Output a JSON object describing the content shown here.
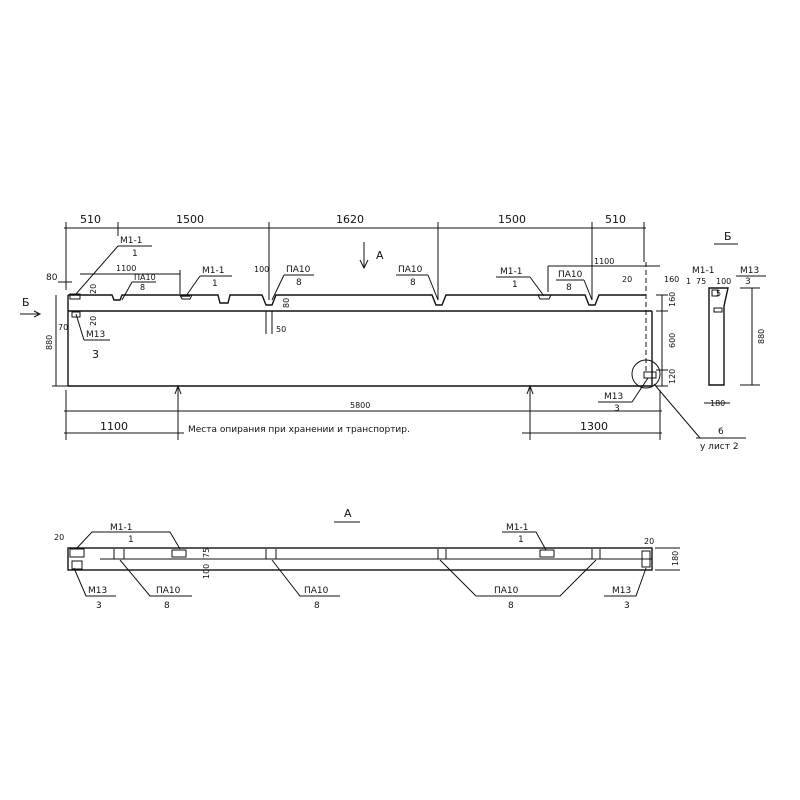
{
  "elevation": {
    "dims_top": [
      "510",
      "1500",
      "1620",
      "1500",
      "510"
    ],
    "dim_1100_left": "1100",
    "dim_1100_right": "1100",
    "dim_80": "80",
    "dim_20a": "20",
    "dim_20b": "20",
    "dim_70": "70",
    "dim_880": "880",
    "dim_100": "100",
    "dim_80b": "80",
    "dim_50": "50",
    "dim_20_right": "20",
    "dim_160": "160",
    "dim_160v": "160",
    "dim_600": "600",
    "dim_120": "120",
    "dim_total": "5800",
    "dim_support_left": "1100",
    "dim_support_right": "1300",
    "support_note": "Места опирания при хранении и транспортир.",
    "view_arrow_a": "А",
    "section_arrow_b": "Б",
    "callouts": [
      {
        "mark": "М1-1",
        "qty": "1"
      },
      {
        "mark": "М1-1",
        "qty": "1"
      },
      {
        "mark": "ПА10",
        "qty": "8"
      },
      {
        "mark": "ПА10",
        "qty": "8"
      },
      {
        "mark": "ПА10",
        "qty": "8"
      },
      {
        "mark": "М1-1",
        "qty": "1"
      },
      {
        "mark": "ПА10",
        "qty": "8"
      },
      {
        "mark": "М13",
        "qty": "3"
      },
      {
        "mark": "М13",
        "qty": "3"
      }
    ],
    "node_ref": {
      "num": "6",
      "sheet": "у лист 2"
    }
  },
  "section_b": {
    "title": "Б",
    "m11": "М1-1",
    "m11_qty": "1",
    "m13": "М13",
    "m13_qty": "3",
    "dim_75": "75",
    "dim_100": "100",
    "dim_5": "5",
    "dim_880": "880",
    "dim_180": "180"
  },
  "view_a": {
    "title": "А",
    "dim_20l": "20",
    "dim_20r": "20",
    "dim_100": "100",
    "dim_75": "75",
    "dim_180": "180",
    "callouts": [
      {
        "mark": "М1-1",
        "qty": "1"
      },
      {
        "mark": "М1-1",
        "qty": "1"
      },
      {
        "mark": "М13",
        "qty": "3"
      },
      {
        "mark": "ПА10",
        "qty": "8"
      },
      {
        "mark": "ПА10",
        "qty": "8"
      },
      {
        "mark": "ПА10",
        "qty": "8"
      },
      {
        "mark": "М13",
        "qty": "3"
      }
    ]
  }
}
